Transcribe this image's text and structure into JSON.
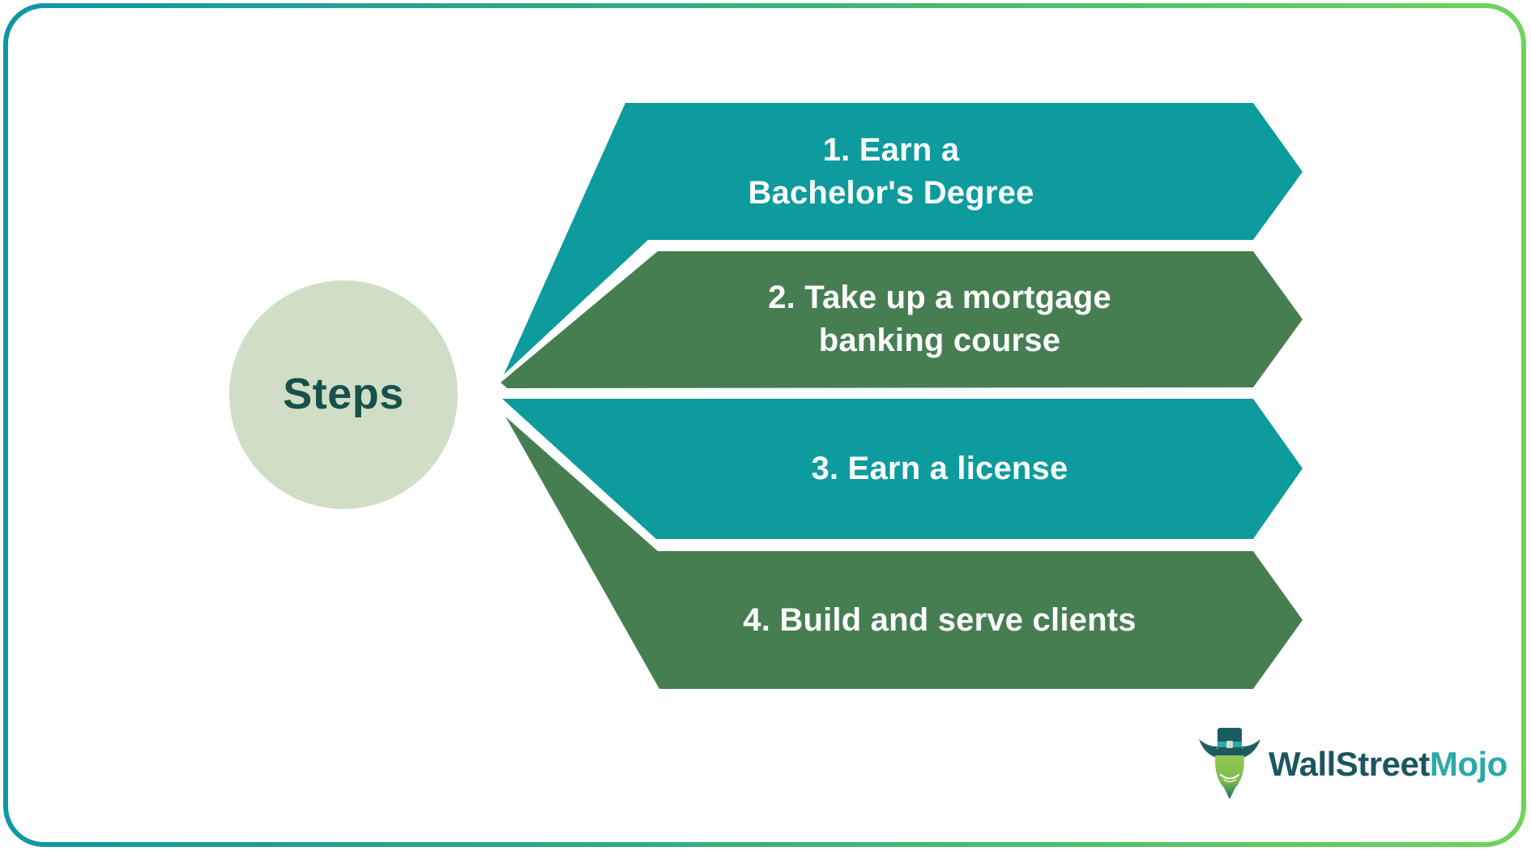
{
  "frame": {
    "border_gradient_start": "#0E96A6",
    "border_gradient_end": "#6FD45A"
  },
  "hub": {
    "label": "Steps",
    "circle_color": "#CFDEC5",
    "text_color": "#17504D"
  },
  "steps": [
    {
      "id": 1,
      "label": "1. Earn a\nBachelor's Degree",
      "color": "#0D9B9E"
    },
    {
      "id": 2,
      "label": "2. Take up a mortgage\nbanking course",
      "color": "#467E52"
    },
    {
      "id": 3,
      "label": "3. Earn a license",
      "color": "#0D9B9E"
    },
    {
      "id": 4,
      "label": "4. Build and serve clients",
      "color": "#467E52"
    }
  ],
  "branding": {
    "logo_text_primary": "WallStreet",
    "logo_text_secondary": "Mojo",
    "primary_color": "#1B5560",
    "secondary_color": "#2AA9A9",
    "mascot": "bull-with-top-hat"
  }
}
